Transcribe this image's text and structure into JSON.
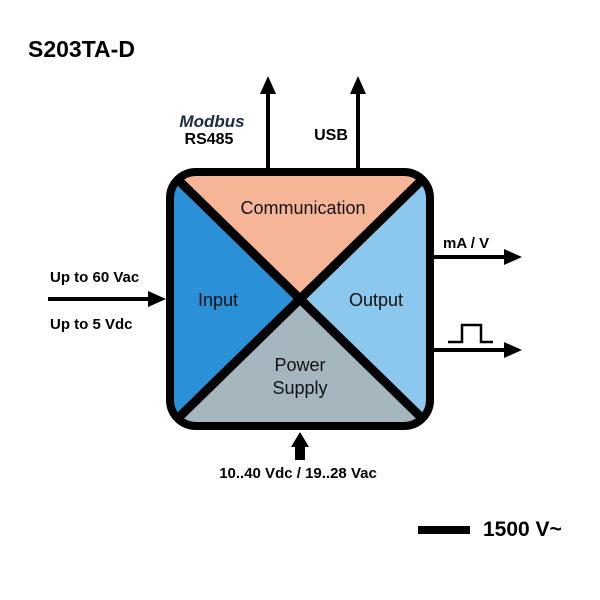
{
  "title": "S203TA-D",
  "sections": {
    "communication": "Communication",
    "input": "Input",
    "output": "Output",
    "power_line1": "Power",
    "power_line2": "Supply"
  },
  "inputs": {
    "line1": "Up to 60 Vac",
    "line2": "Up to 5 Vdc"
  },
  "outputs": {
    "analog": "mA / V"
  },
  "communication_ports": {
    "modbus_logo": "Modbus",
    "rs485": "RS485",
    "usb": "USB"
  },
  "power": {
    "label": "10..40 Vdc / 19..28 Vac"
  },
  "isolation": {
    "label": "1500 V~"
  },
  "colors": {
    "communication": "#F7B598",
    "input": "#2A90D8",
    "output": "#8CC8EE",
    "power": "#A5B6BE",
    "border": "#000000"
  }
}
